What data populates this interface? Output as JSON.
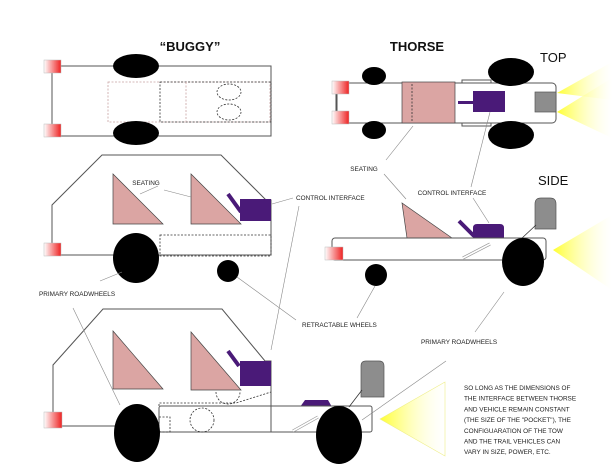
{
  "titles": {
    "buggy": "“BUGGY”",
    "thorse": "THORSE",
    "top": "TOP",
    "side": "SIDE"
  },
  "labels": {
    "seating_buggy": "SEATING",
    "seating_thorse": "SEATING",
    "control_interface_buggy": "CONTROL INTERFACE",
    "control_interface_thorse": "CONTROL INTERFACE",
    "primary_roadwheels_left": "PRIMARY ROADWHEELS",
    "primary_roadwheels_right": "PRIMARY ROADWHEELS",
    "retractable_wheels": "RETRACTABLE WHEELS"
  },
  "note": [
    "SO LONG AS THE DIMENSIONS OF",
    "THE INTERFACE BETWEEN THORSE",
    "AND VEHICLE REMAIN CONSTANT",
    "(THE SIZE OF THE \"POCKET\"), THE",
    "CONFIGUARATION OF THE TOW",
    "AND THE TRAIL VEHICLES CAN",
    "VARY IN SIZE, POWER, ETC."
  ],
  "colors": {
    "seat": "#dba5a3",
    "control": "#4a1a78",
    "light": "#ffff66",
    "taillight": "#ee2222"
  }
}
